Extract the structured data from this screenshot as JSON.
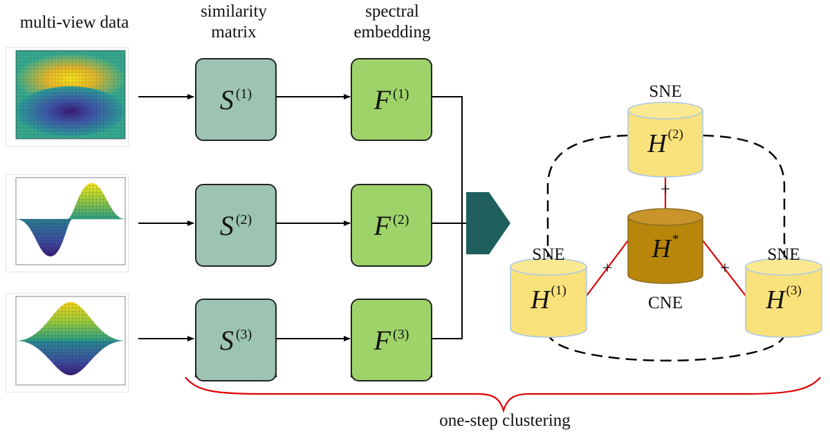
{
  "headers": {
    "data": "multi-view data",
    "similarity": "similarity\nmatrix",
    "spectral": "spectral\nembedding"
  },
  "similarity_nodes": [
    {
      "symbol": "S",
      "index": "(1)"
    },
    {
      "symbol": "S",
      "index": "(2)"
    },
    {
      "symbol": "S",
      "index": "(3)"
    }
  ],
  "embedding_nodes": [
    {
      "symbol": "F",
      "index": "(1)"
    },
    {
      "symbol": "F",
      "index": "(2)"
    },
    {
      "symbol": "F",
      "index": "(3)"
    }
  ],
  "cylinders": {
    "top": {
      "tag": "SNE",
      "symbol": "H",
      "index": "(2)"
    },
    "left": {
      "tag": "SNE",
      "symbol": "H",
      "index": "(1)"
    },
    "right": {
      "tag": "SNE",
      "symbol": "H",
      "index": "(3)"
    },
    "center": {
      "tag": "CNE",
      "symbol": "H",
      "index": "*"
    }
  },
  "plus_sign": "+",
  "footer": "one-step clustering",
  "colors": {
    "similarity_fill": "#9dc3b2",
    "embedding_fill": "#9ed36a",
    "sne_fill": "#f9e27b",
    "cne_fill": "#b8860b",
    "arrow_fill": "#1e5f5e",
    "bracket": "#e00000"
  }
}
